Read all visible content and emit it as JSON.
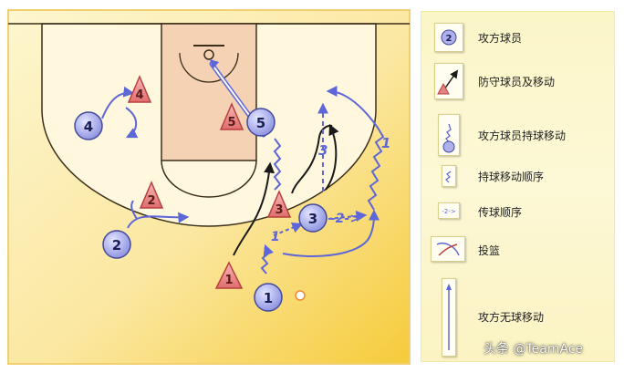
{
  "players": {
    "offense": {
      "o1": "1",
      "o2": "2",
      "o3": "3",
      "o4": "4",
      "o5": "5"
    },
    "defense": {
      "d1": "1",
      "d2": "2",
      "d3": "3",
      "d4": "4",
      "d5": "5"
    }
  },
  "sequence_labels": {
    "dribble_1": "1",
    "dribble_1b": "1",
    "dribble_3": "3",
    "pass_2": "-2->"
  },
  "legend": {
    "items": [
      {
        "icon": "offense-player-icon",
        "label": "攻方球员"
      },
      {
        "icon": "defender-move-icon",
        "label": "防守球员及移动"
      },
      {
        "icon": "ball-handler-move-icon",
        "label": "攻方球员持球移动"
      },
      {
        "icon": "dribble-order-icon",
        "label": "持球移动顺序"
      },
      {
        "icon": "pass-order-icon",
        "label": "传球顺序"
      },
      {
        "icon": "shot-icon",
        "label": "投篮"
      },
      {
        "icon": "off-ball-move-icon",
        "label": "攻方无球移动"
      }
    ]
  },
  "watermark": "头条 @TeamAce",
  "colors": {
    "court_yellow": "#f8d23e",
    "paint": "#f6d2b4",
    "offense_fill": "#9a9ee6",
    "defense_fill": "#e58282",
    "arrow": "#5e67d8",
    "line": "#3b2f1a"
  }
}
